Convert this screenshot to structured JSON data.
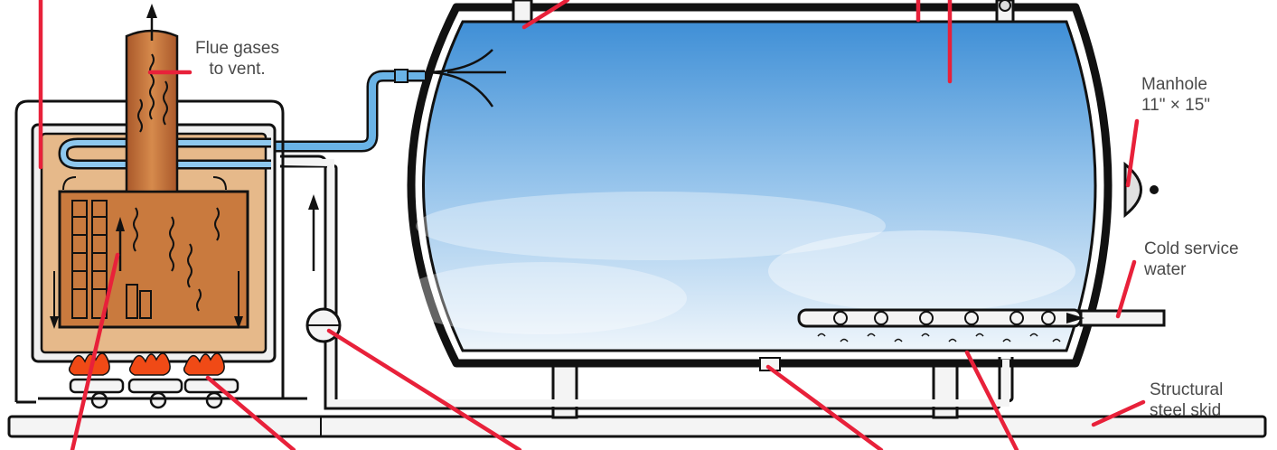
{
  "labels": {
    "flue": {
      "line1": "Flue gases",
      "line2": "to vent."
    },
    "manhole": {
      "line1": "Manhole",
      "line2": "11\" × 15\""
    },
    "cold_water": {
      "line1": "Cold service",
      "line2": "water"
    },
    "skid": {
      "line1": "Structural",
      "line2": "steel skid"
    }
  },
  "colors": {
    "accent_red": "#e8213a",
    "tank_water_top": "#3f8fd6",
    "tank_water_bottom": "#eef5fb",
    "firebox_copper": "#c97a3e",
    "firebox_light": "#e6b98a",
    "outline": "#111111",
    "flame": "#f04a16"
  }
}
